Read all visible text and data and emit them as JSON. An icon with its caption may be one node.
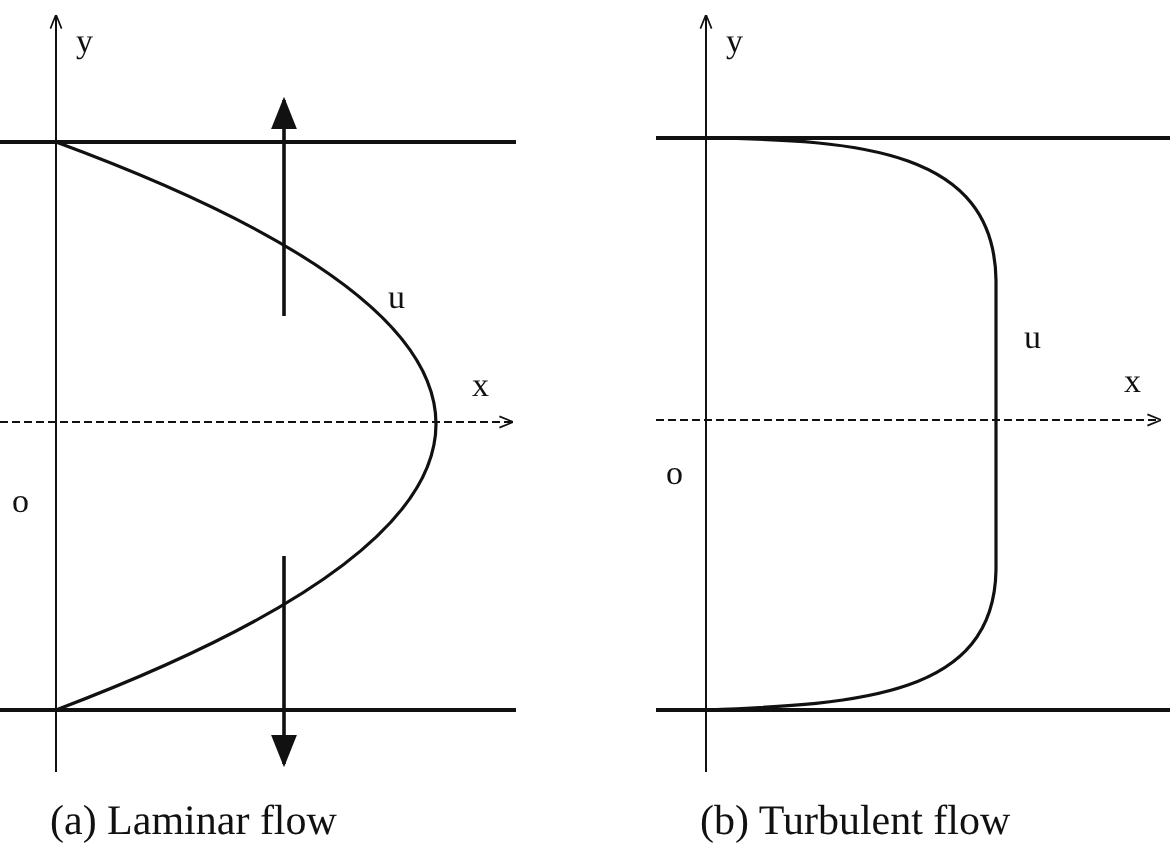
{
  "diagram": {
    "labels": [
      "y",
      "u",
      "x",
      "o",
      "(a) Laminar flow",
      "y",
      "u",
      "x",
      "o",
      "(b) Turbulent flow"
    ]
  }
}
